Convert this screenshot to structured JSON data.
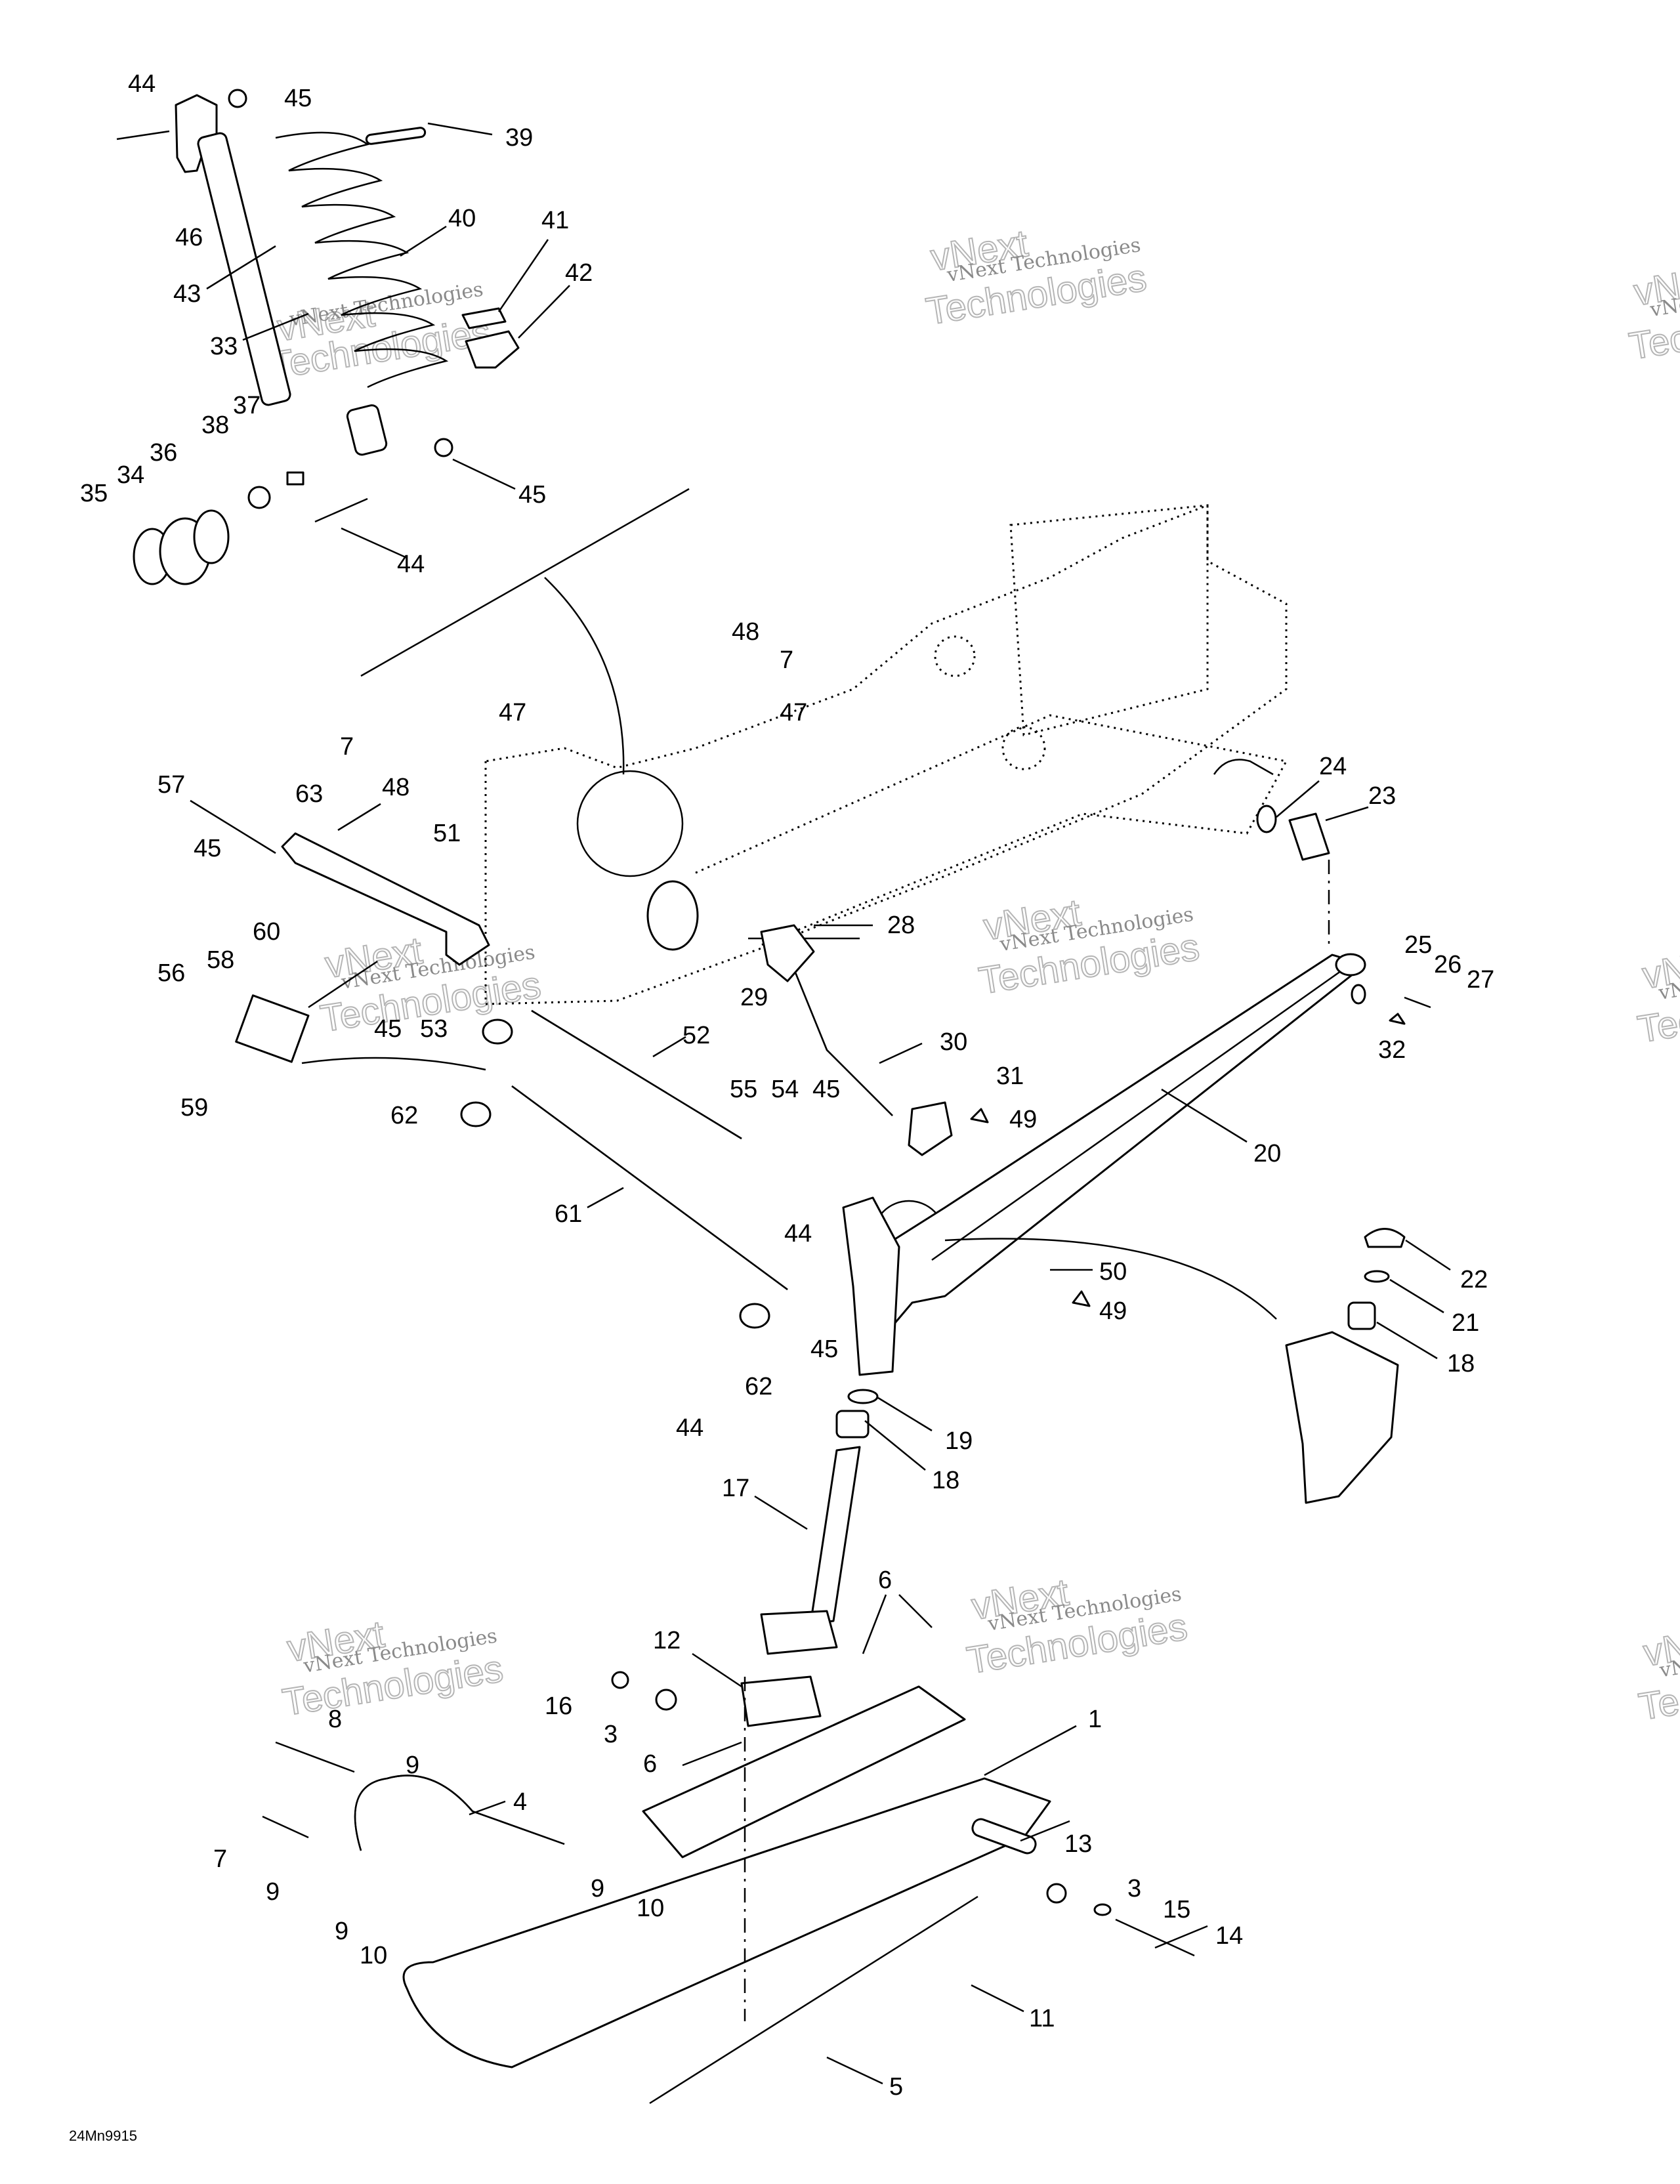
{
  "diagram_code": "24Mn9915",
  "watermark": {
    "line1": "vNext Technologies",
    "line2": "vNext",
    "line3": "Technologies"
  },
  "labels": [
    {
      "id": "l44a",
      "text": "44"
    },
    {
      "id": "l45a",
      "text": "45"
    },
    {
      "id": "l39",
      "text": "39"
    },
    {
      "id": "l46",
      "text": "46"
    },
    {
      "id": "l40",
      "text": "40"
    },
    {
      "id": "l43",
      "text": "43"
    },
    {
      "id": "l41",
      "text": "41"
    },
    {
      "id": "l42",
      "text": "42"
    },
    {
      "id": "l33",
      "text": "33"
    },
    {
      "id": "l38",
      "text": "38"
    },
    {
      "id": "l37",
      "text": "37"
    },
    {
      "id": "l36",
      "text": "36"
    },
    {
      "id": "l34",
      "text": "34"
    },
    {
      "id": "l35",
      "text": "35"
    },
    {
      "id": "l45b",
      "text": "45"
    },
    {
      "id": "l44b",
      "text": "44"
    },
    {
      "id": "l48a",
      "text": "48"
    },
    {
      "id": "l7a",
      "text": "7"
    },
    {
      "id": "l47a",
      "text": "47"
    },
    {
      "id": "l7b",
      "text": "7"
    },
    {
      "id": "l47b",
      "text": "47"
    },
    {
      "id": "l63",
      "text": "63"
    },
    {
      "id": "l48b",
      "text": "48"
    },
    {
      "id": "l57",
      "text": "57"
    },
    {
      "id": "l51",
      "text": "51"
    },
    {
      "id": "l45c",
      "text": "45"
    },
    {
      "id": "l24",
      "text": "24"
    },
    {
      "id": "l23",
      "text": "23"
    },
    {
      "id": "l28",
      "text": "28"
    },
    {
      "id": "l60",
      "text": "60"
    },
    {
      "id": "l58",
      "text": "58"
    },
    {
      "id": "l56",
      "text": "56"
    },
    {
      "id": "l29",
      "text": "29"
    },
    {
      "id": "l25",
      "text": "25"
    },
    {
      "id": "l26",
      "text": "26"
    },
    {
      "id": "l27",
      "text": "27"
    },
    {
      "id": "l45d",
      "text": "45"
    },
    {
      "id": "l53",
      "text": "53"
    },
    {
      "id": "l32",
      "text": "32"
    },
    {
      "id": "l52",
      "text": "52"
    },
    {
      "id": "l30",
      "text": "30"
    },
    {
      "id": "l59",
      "text": "59"
    },
    {
      "id": "l31",
      "text": "31"
    },
    {
      "id": "l55",
      "text": "55"
    },
    {
      "id": "l54",
      "text": "54"
    },
    {
      "id": "l45e",
      "text": "45"
    },
    {
      "id": "l49a",
      "text": "49"
    },
    {
      "id": "l62a",
      "text": "62"
    },
    {
      "id": "l20",
      "text": "20"
    },
    {
      "id": "l61",
      "text": "61"
    },
    {
      "id": "l44c",
      "text": "44"
    },
    {
      "id": "l50",
      "text": "50"
    },
    {
      "id": "l22",
      "text": "22"
    },
    {
      "id": "l49b",
      "text": "49"
    },
    {
      "id": "l21",
      "text": "21"
    },
    {
      "id": "l45f",
      "text": "45"
    },
    {
      "id": "l62b",
      "text": "62"
    },
    {
      "id": "l18a",
      "text": "18"
    },
    {
      "id": "l44d",
      "text": "44"
    },
    {
      "id": "l19",
      "text": "19"
    },
    {
      "id": "l18b",
      "text": "18"
    },
    {
      "id": "l17",
      "text": "17"
    },
    {
      "id": "l6a",
      "text": "6"
    },
    {
      "id": "l12",
      "text": "12"
    },
    {
      "id": "l16",
      "text": "16"
    },
    {
      "id": "l3a",
      "text": "3"
    },
    {
      "id": "l8",
      "text": "8"
    },
    {
      "id": "l1",
      "text": "1"
    },
    {
      "id": "l6b",
      "text": "6"
    },
    {
      "id": "l9a",
      "text": "9"
    },
    {
      "id": "l4",
      "text": "4"
    },
    {
      "id": "l7c",
      "text": "7"
    },
    {
      "id": "l13",
      "text": "13"
    },
    {
      "id": "l9b",
      "text": "9"
    },
    {
      "id": "l3b",
      "text": "3"
    },
    {
      "id": "l15",
      "text": "15"
    },
    {
      "id": "l9c",
      "text": "9"
    },
    {
      "id": "l10a",
      "text": "10"
    },
    {
      "id": "l14",
      "text": "14"
    },
    {
      "id": "l9d",
      "text": "9"
    },
    {
      "id": "l10b",
      "text": "10"
    },
    {
      "id": "l11",
      "text": "11"
    },
    {
      "id": "l5",
      "text": "5"
    }
  ]
}
